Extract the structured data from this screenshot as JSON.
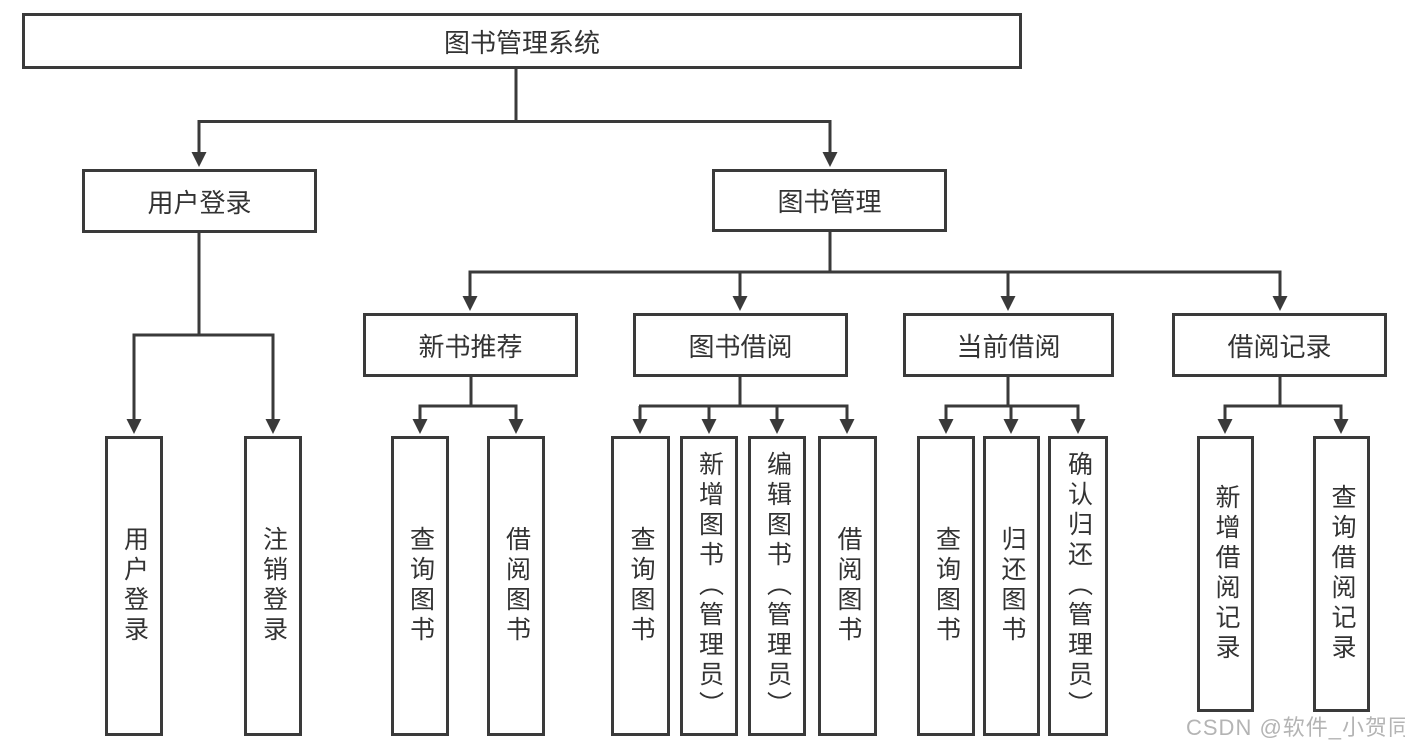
{
  "colors": {
    "line": "#3a3a3a",
    "box_border": "#3a3a3a",
    "text": "#333333",
    "watermark": "#b4b4b4",
    "background": "#ffffff"
  },
  "tree": {
    "root": {
      "label": "图书管理系统"
    },
    "user_login": {
      "label": "用户登录",
      "children": [
        "用户登录",
        "注销登录"
      ]
    },
    "book_mgmt": {
      "label": "图书管理",
      "sections": {
        "new_books": {
          "label": "新书推荐",
          "children": [
            "查询图书",
            "借阅图书"
          ]
        },
        "book_borrow": {
          "label": "图书借阅",
          "children": [
            "查询图书",
            "新增图书（管理员）",
            "编辑图书（管理员）",
            "借阅图书"
          ]
        },
        "current_borrow": {
          "label": "当前借阅",
          "children": [
            "查询图书",
            "归还图书",
            "确认归还（管理员）"
          ]
        },
        "borrow_records": {
          "label": "借阅记录",
          "children": [
            "新增借阅记录",
            "查询借阅记录"
          ]
        }
      }
    }
  },
  "watermark": "CSDN @软件_小贺同学"
}
